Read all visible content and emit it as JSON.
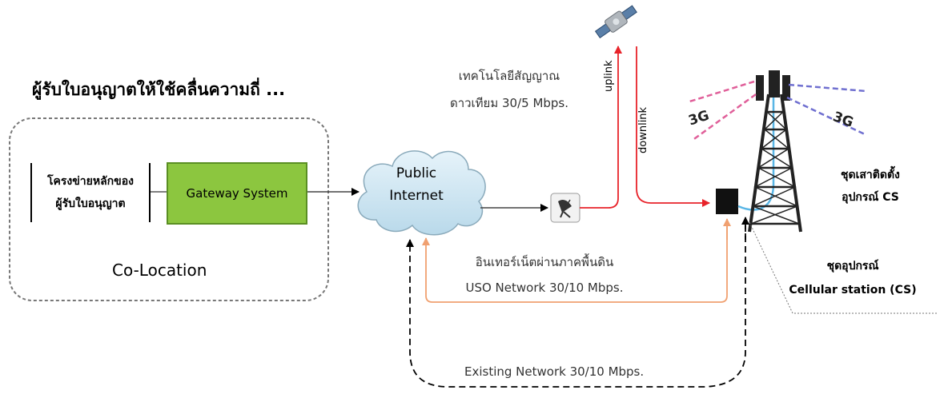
{
  "title": "ผู้รับใบอนุญาตให้ใช้คลื่นความถี่ ...",
  "colocation_label": "Co-Location",
  "backbone": {
    "line1": "โครงข่ายหลักของ",
    "line2": "ผู้รับใบอนุญาต"
  },
  "gateway_label": "Gateway System",
  "cloud": {
    "line1": "Public",
    "line2": "Internet"
  },
  "satellite": {
    "tech_line1": "เทคโนโลยีสัญญาณ",
    "tech_line2": "ดาวเทียม 30/5 Mbps.",
    "uplink": "uplink",
    "downlink": "downlink"
  },
  "radio": {
    "label": "3G"
  },
  "tower": {
    "line1": "ชุดเสาติดตั้ง",
    "line2": "อุปกรณ์ CS"
  },
  "cs": {
    "line1": "ชุดอุปกรณ์",
    "line2": "Cellular station (CS)"
  },
  "terrestrial": {
    "line1": "อินเทอร์เน็ตผ่านภาคพื้นดิน",
    "line2": "USO Network 30/10 Mbps."
  },
  "existing_label": "Existing Network 30/10 Mbps.",
  "colors": {
    "gateway": "#8cc63f",
    "satellite_link": "#e8232a",
    "uso_link": "#f0a070",
    "radio_pink": "#e0609a",
    "radio_purple": "#7070d0",
    "cloud": "#cfe6f2"
  }
}
